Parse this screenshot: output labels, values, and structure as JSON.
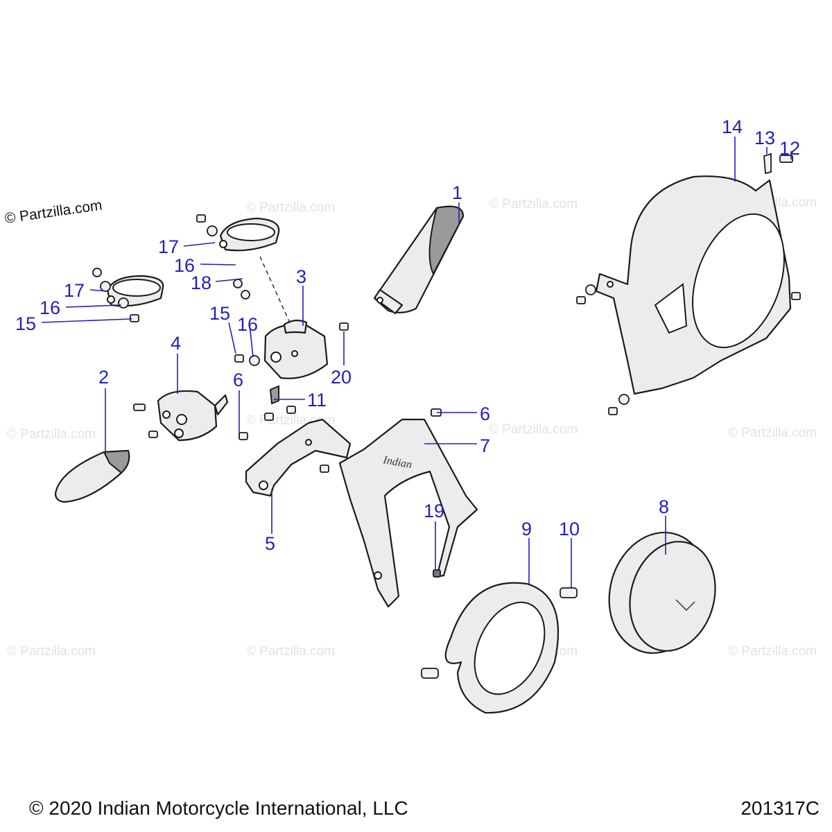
{
  "watermark": {
    "main": "© Partzilla.com",
    "faint": "© Partzilla.com"
  },
  "callouts": [
    "1",
    "2",
    "3",
    "4",
    "5",
    "6",
    "6",
    "7",
    "8",
    "9",
    "10",
    "11",
    "12",
    "13",
    "14",
    "15",
    "15",
    "16",
    "16",
    "16",
    "17",
    "17",
    "18",
    "19",
    "20"
  ],
  "brand_logo_text": "Indian",
  "footer": {
    "copyright": "© 2020 Indian Motorcycle International, LLC",
    "figure_code": "201317C"
  },
  "colors": {
    "callout": "#1f1fbf",
    "outline": "#1a1a1a",
    "watermark": "#e2e2e2"
  }
}
